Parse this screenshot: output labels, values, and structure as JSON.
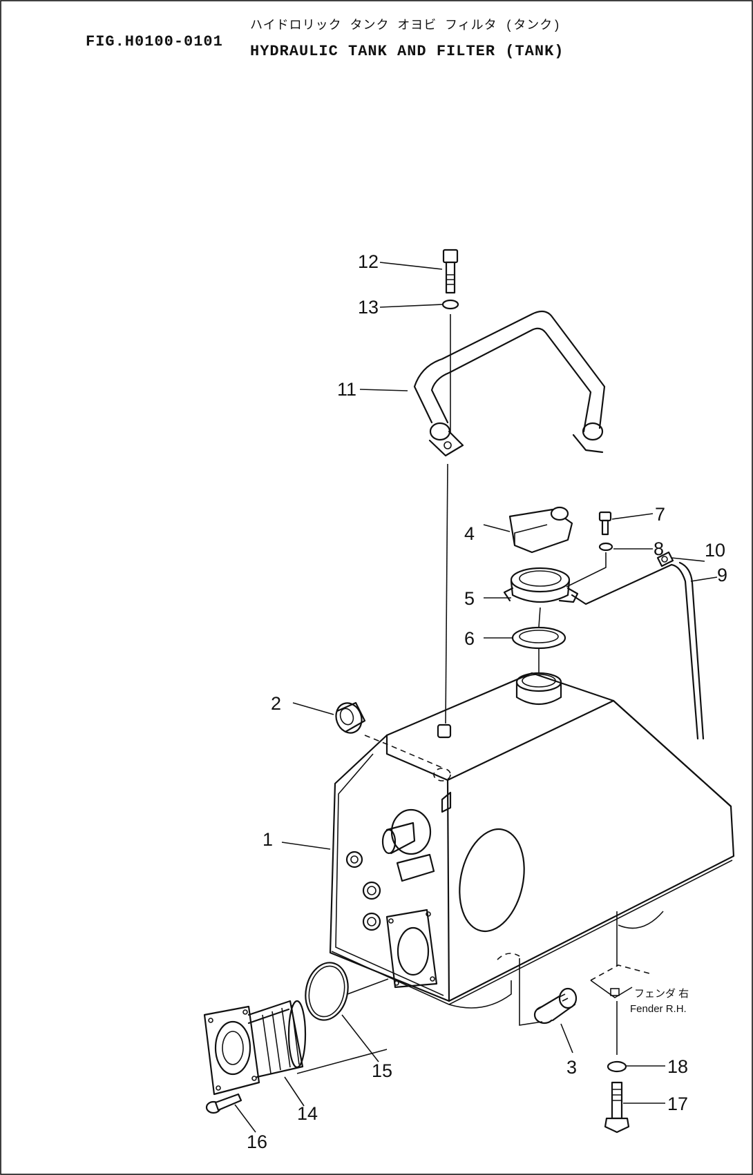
{
  "header": {
    "title_jp": "ハイドロリック タンク オヨビ フィルタ (タンク)",
    "fig_no": "FIG.H0100-0101",
    "title_en": "HYDRAULIC TANK AND FILTER (TANK)"
  },
  "callouts": [
    "1",
    "2",
    "3",
    "4",
    "5",
    "6",
    "7",
    "8",
    "9",
    "10",
    "11",
    "12",
    "13",
    "14",
    "15",
    "16",
    "17",
    "18"
  ],
  "note": {
    "jp": "フェンダ 右",
    "en": "Fender R.H."
  }
}
